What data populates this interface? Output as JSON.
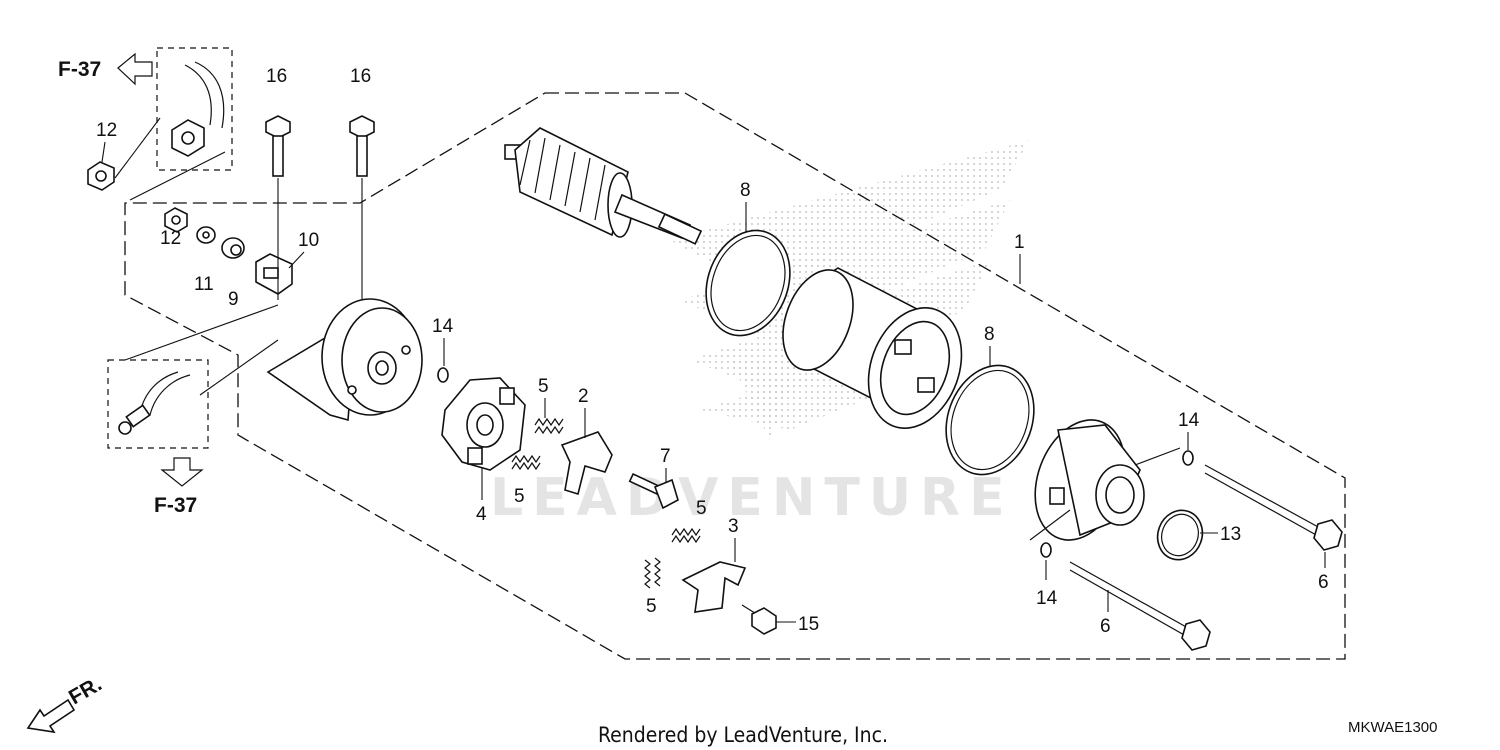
{
  "references": {
    "f37_top": "F-37",
    "f37_bottom": "F-37",
    "front": "FR."
  },
  "callouts": {
    "c1": "1",
    "c2": "2",
    "c3": "3",
    "c4": "4",
    "c5a": "5",
    "c5b": "5",
    "c5c": "5",
    "c5d": "5",
    "c6a": "6",
    "c6b": "6",
    "c7": "7",
    "c8a": "8",
    "c8b": "8",
    "c9": "9",
    "c10": "10",
    "c11": "11",
    "c12a": "12",
    "c12b": "12",
    "c13": "13",
    "c14a": "14",
    "c14b": "14",
    "c14c": "14",
    "c15": "15",
    "c16a": "16",
    "c16b": "16"
  },
  "watermark": "LEADVENTURE",
  "footer": {
    "credit": "Rendered by LeadVenture, Inc.",
    "diagram_code": "MKWAE1300"
  }
}
